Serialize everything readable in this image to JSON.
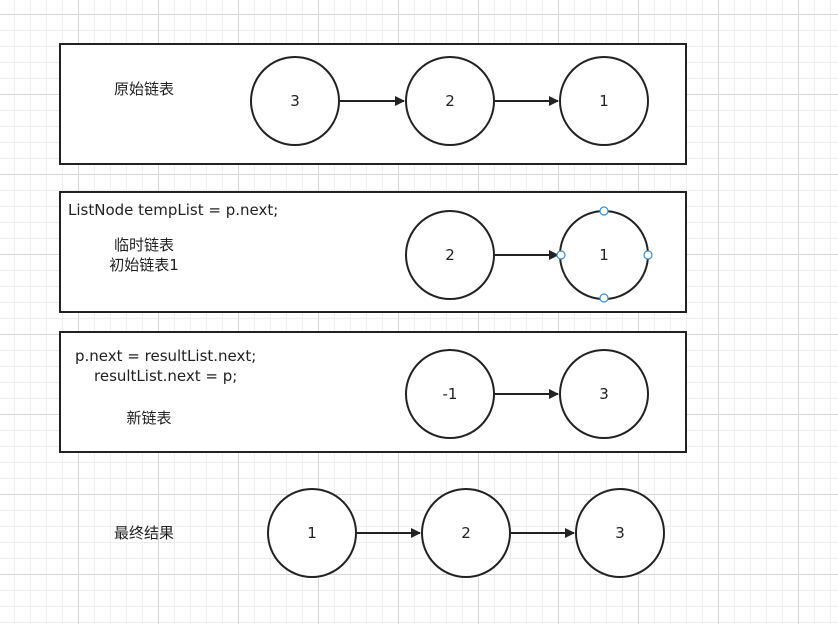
{
  "panels": [
    {
      "labels": [
        "原始链表"
      ],
      "code": [],
      "nodes": [
        "3",
        "2",
        "1"
      ]
    },
    {
      "labels": [
        "临时链表",
        "初始链表1"
      ],
      "code": [
        "ListNode tempList = p.next;"
      ],
      "nodes": [
        "2",
        "1"
      ]
    },
    {
      "labels": [
        "新链表"
      ],
      "code": [
        "p.next = resultList.next;",
        "resultList.next = p;"
      ],
      "nodes": [
        "-1",
        "3"
      ]
    },
    {
      "labels": [
        "最终结果"
      ],
      "code": [],
      "nodes": [
        "1",
        "2",
        "3"
      ]
    }
  ],
  "colors": {
    "stroke": "#222222",
    "handle": "#3a8fd6",
    "text": "#222222"
  }
}
